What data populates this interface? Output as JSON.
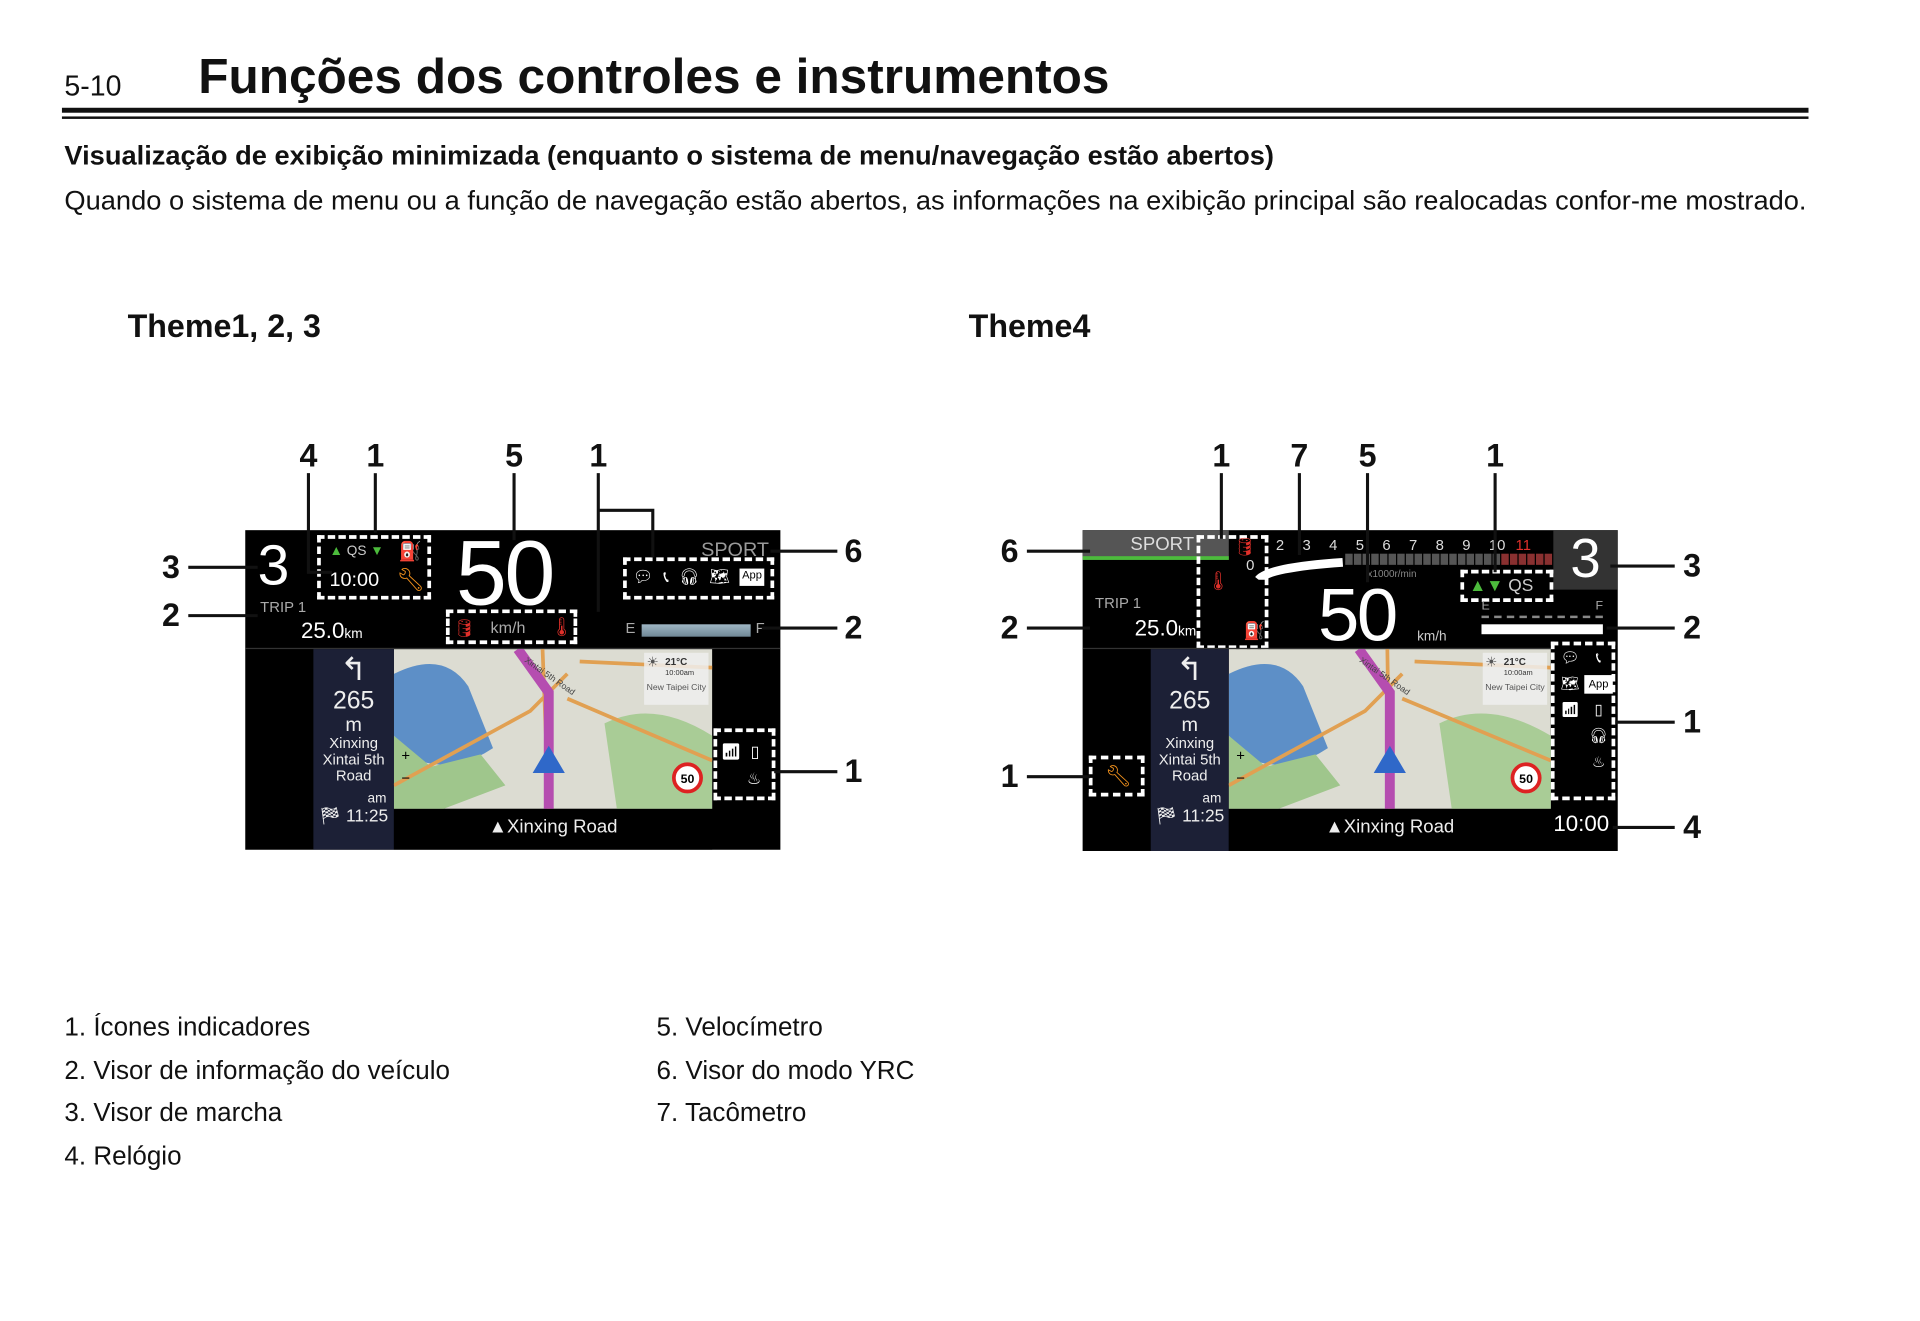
{
  "header": {
    "page_number": "5-10",
    "title": "Funções dos controles e instrumentos"
  },
  "section": {
    "heading": "Visualização de exibição minimizada (enquanto o sistema de menu/navegação estão abertos)",
    "body": "Quando o sistema de menu ou a função de navegação estão abertos, as informações na exibição principal são realocadas confor-me mostrado."
  },
  "themes": [
    {
      "label": "Theme1, 2, 3",
      "callouts": [
        "4",
        "1",
        "5",
        "1",
        "3",
        "2",
        "6",
        "2",
        "1"
      ]
    },
    {
      "label": "Theme4",
      "callouts": [
        "1",
        "7",
        "5",
        "1",
        "6",
        "3",
        "2",
        "2",
        "1",
        "1",
        "4"
      ]
    }
  ],
  "display": {
    "gear": "3",
    "qs": "QS",
    "clock": "10:00",
    "speed": "50",
    "speed_unit": "km/h",
    "mode": "SPORT",
    "trip_label": "TRIP 1",
    "trip_value": "25.0",
    "trip_unit": "km",
    "fuel_e": "E",
    "fuel_f": "F",
    "tach_labels": [
      "0",
      "2",
      "3",
      "4",
      "5",
      "6",
      "7",
      "8",
      "9",
      "10",
      "11"
    ],
    "tach_unit": "x1000r/min",
    "nav_distance": "265",
    "nav_distance_unit": "m",
    "nav_street": "Xinxing Xintai 5th Road",
    "nav_eta_ampm": "am",
    "nav_eta": "11:25",
    "current_road": "▲Xinxing Road",
    "map_road_label": "Xintai 5th Road",
    "weather_temp": "21°C",
    "weather_time": "10:00am",
    "weather_city": "New Taipei City",
    "speed_limit": "50",
    "zoom_in": "+",
    "zoom_out": "−",
    "app_label": "App"
  },
  "legend": [
    "1. Ícones indicadores",
    "2. Visor de informação do veículo",
    "3. Visor de marcha",
    "4. Relógio",
    "5. Velocímetro",
    "6. Visor do modo YRC",
    "7. Tacômetro"
  ],
  "colors": {
    "warning_red": "#e0302a",
    "wrench_orange": "#f0901c",
    "qs_green": "#4cbb3c",
    "route_purple": "#b54db0",
    "nav_panel": "#1c2036"
  }
}
